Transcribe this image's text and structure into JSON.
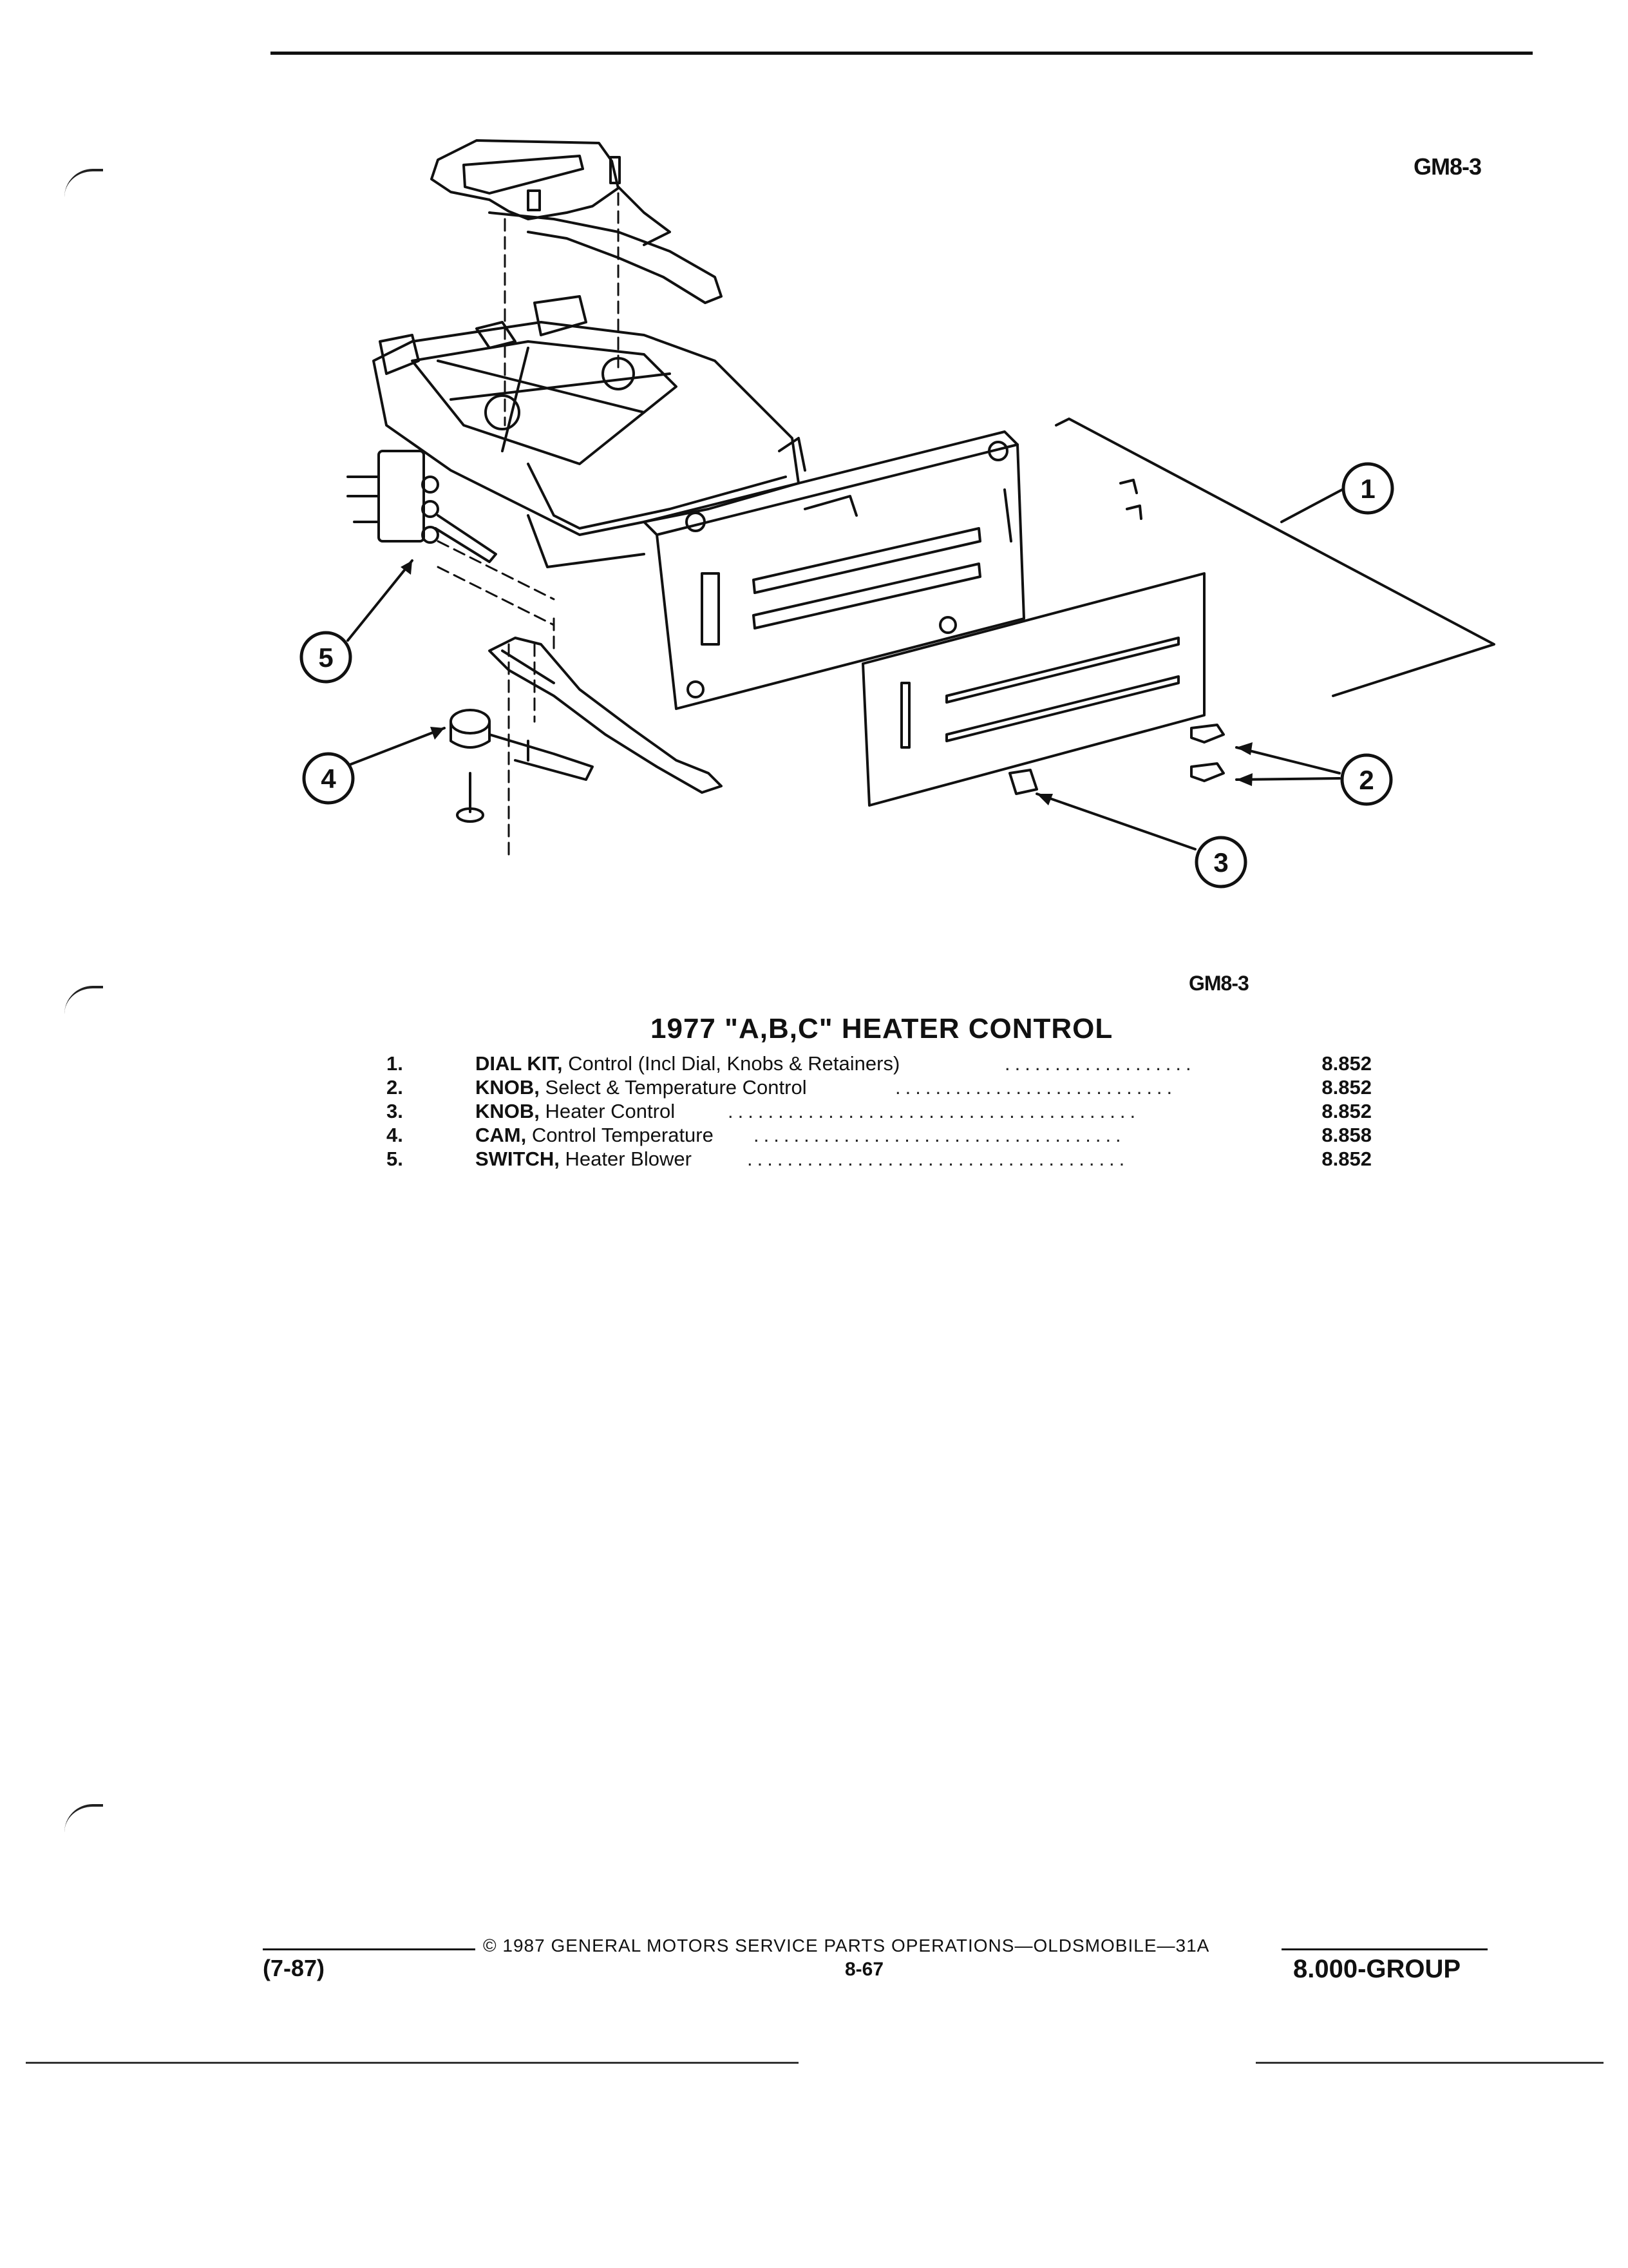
{
  "figure": {
    "code_top": "GM8-3",
    "code_bottom": "GM8-3",
    "callouts": [
      "1",
      "2",
      "3",
      "4",
      "5"
    ]
  },
  "title": "1977 \"A,B,C\" HEATER CONTROL",
  "parts": [
    {
      "num": "1.",
      "name": "DIAL KIT,",
      "desc": "Control (Incl Dial, Knobs & Retainers)",
      "ref": "8.852"
    },
    {
      "num": "2.",
      "name": "KNOB,",
      "desc": "Select & Temperature Control",
      "ref": "8.852"
    },
    {
      "num": "3.",
      "name": "KNOB,",
      "desc": "Heater Control",
      "ref": "8.852"
    },
    {
      "num": "4.",
      "name": "CAM,",
      "desc": "Control Temperature",
      "ref": "8.858"
    },
    {
      "num": "5.",
      "name": "SWITCH,",
      "desc": "Heater Blower",
      "ref": "8.852"
    }
  ],
  "footer": {
    "date": "(7-87)",
    "copyright": "© 1987 GENERAL MOTORS SERVICE PARTS OPERATIONS—OLDSMOBILE—31A",
    "page": "8-67",
    "group": "8.000-GROUP"
  }
}
